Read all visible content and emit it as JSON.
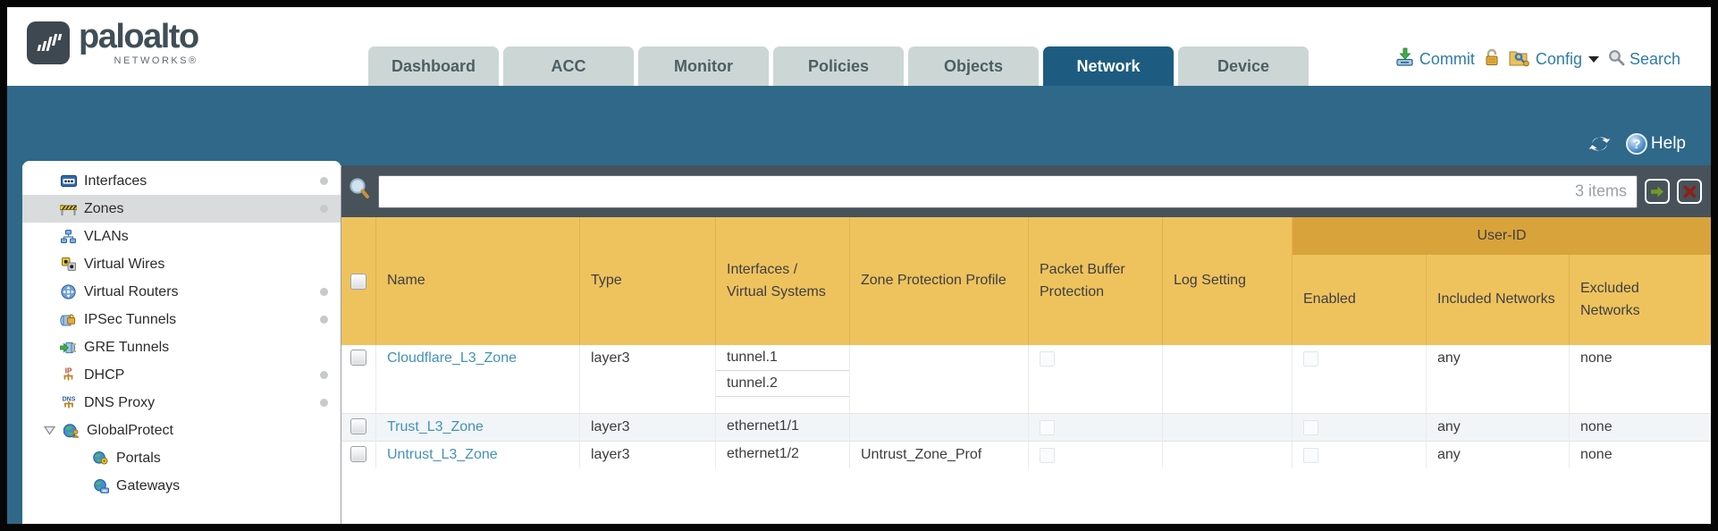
{
  "header": {
    "logo": {
      "brand": "paloalto",
      "sub": "NETWORKS®"
    },
    "tabs": [
      {
        "label": "Dashboard",
        "active": false
      },
      {
        "label": "ACC",
        "active": false
      },
      {
        "label": "Monitor",
        "active": false
      },
      {
        "label": "Policies",
        "active": false
      },
      {
        "label": "Objects",
        "active": false
      },
      {
        "label": "Network",
        "active": true
      },
      {
        "label": "Device",
        "active": false
      }
    ],
    "utilities": {
      "commit": "Commit",
      "config": "Config",
      "search": "Search"
    }
  },
  "blueband": {
    "help": "Help"
  },
  "sidebar": {
    "items": [
      {
        "label": "Interfaces",
        "dot": true,
        "selected": false
      },
      {
        "label": "Zones",
        "dot": true,
        "selected": true
      },
      {
        "label": "VLANs",
        "dot": false
      },
      {
        "label": "Virtual Wires",
        "dot": false
      },
      {
        "label": "Virtual Routers",
        "dot": true
      },
      {
        "label": "IPSec Tunnels",
        "dot": true
      },
      {
        "label": "GRE Tunnels",
        "dot": false
      },
      {
        "label": "DHCP",
        "dot": true
      },
      {
        "label": "DNS Proxy",
        "dot": true
      },
      {
        "label": "GlobalProtect",
        "expanded": true
      },
      {
        "label": "Portals",
        "child": true
      },
      {
        "label": "Gateways",
        "child": true
      }
    ]
  },
  "filterbar": {
    "value": "",
    "items_count": "3 items"
  },
  "table": {
    "columns": {
      "name": "Name",
      "type": "Type",
      "interfaces": "Interfaces / Virtual Systems",
      "zone_protection": "Zone Protection Profile",
      "packet_buffer": "Packet Buffer Protection",
      "log_setting": "Log Setting",
      "enabled": "Enabled",
      "included": "Included Networks",
      "excluded": "Excluded Networks"
    },
    "group_header": "User-ID",
    "rows": [
      {
        "name": "Cloudflare_L3_Zone",
        "type": "layer3",
        "interfaces": [
          "tunnel.1",
          "tunnel.2"
        ],
        "zone_protection": "",
        "log_setting": "",
        "included": "any",
        "excluded": "none"
      },
      {
        "name": "Trust_L3_Zone",
        "type": "layer3",
        "interfaces": [
          "ethernet1/1"
        ],
        "zone_protection": "",
        "log_setting": "",
        "included": "any",
        "excluded": "none"
      },
      {
        "name": "Untrust_L3_Zone",
        "type": "layer3",
        "interfaces": [
          "ethernet1/2"
        ],
        "zone_protection": "Untrust_Zone_Prof",
        "log_setting": "",
        "included": "any",
        "excluded": "none"
      }
    ]
  },
  "colors": {
    "band_blue": "#2f6888",
    "active_tab": "#1d5c80",
    "header_yellow": "#eec35e",
    "userid_band": "#d9a33c",
    "toolbar_dark": "#47525a",
    "link_blue": "#4292ba",
    "util_text": "#2e7ca8"
  }
}
